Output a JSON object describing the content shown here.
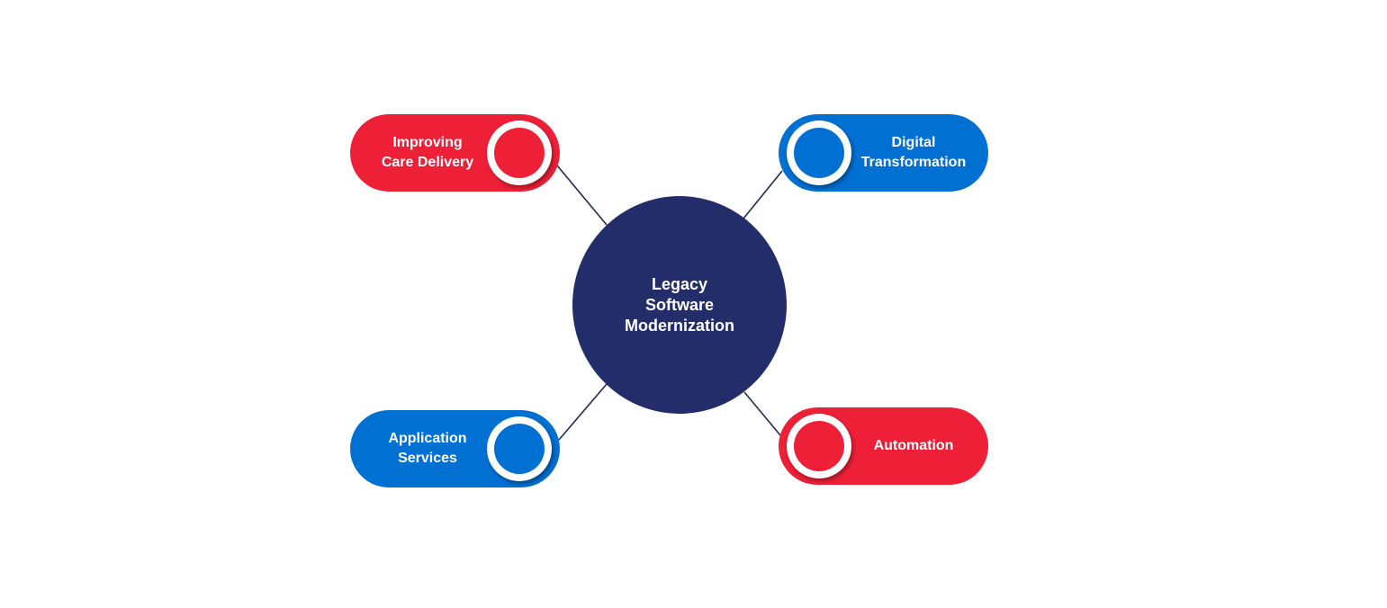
{
  "diagram": {
    "center": {
      "label": "Legacy\nSoftware\nModernization",
      "color": "#232d69"
    },
    "nodes": [
      {
        "id": "improving-care-delivery",
        "label": "Improving\nCare Delivery",
        "color": "#ee2037",
        "position": "top-left"
      },
      {
        "id": "digital-transformation",
        "label": "Digital\nTransformation",
        "color": "#0170d3",
        "position": "top-right"
      },
      {
        "id": "application-services",
        "label": "Application\nServices",
        "color": "#0170d3",
        "position": "bottom-left"
      },
      {
        "id": "automation",
        "label": "Automation",
        "color": "#ee2037",
        "position": "bottom-right"
      }
    ],
    "connector_color": "#1e2b4f"
  }
}
